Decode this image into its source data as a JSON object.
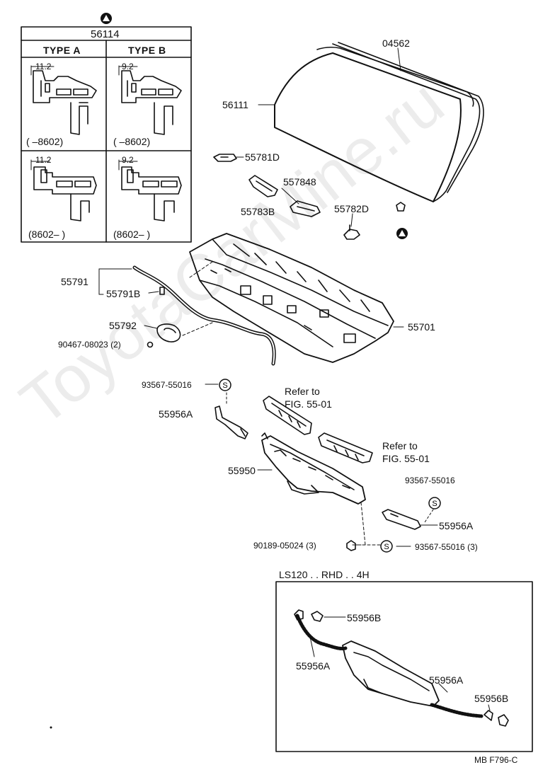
{
  "inset": {
    "title": "56114",
    "type_a": "TYPE A",
    "type_b": "TYPE B",
    "dim_a": "11.2",
    "dim_b": "9.2",
    "range_before": "(       –8602)",
    "range_after": "(8602–        )"
  },
  "labels": {
    "p04562": "04562",
    "p56111": "56111",
    "p55781D": "55781D",
    "p557848": "557848",
    "p55783B": "55783B",
    "p55782D": "55782D",
    "p55791": "55791",
    "p55791B": "55791B",
    "p55792": "55792",
    "p90467": "90467-08023 (2)",
    "p55701": "55701",
    "p93567a": "93567-55016",
    "p55956Aa": "55956A",
    "refer1a": "Refer to",
    "refer1b": "FIG. 55-01",
    "refer2a": "Refer to",
    "refer2b": "FIG. 55-01",
    "p55950": "55950",
    "p93567b": "93567-55016",
    "p55956Ab": "55956A",
    "p90189": "90189-05024 (3)",
    "p93567c": "93567-55016 (3)",
    "variant": "LS120 . . RHD . . 4H",
    "p55956B1": "55956B",
    "p55956A1": "55956A",
    "p55956A2": "55956A",
    "p55956B2": "55956B",
    "footer": "MB   F796-C"
  },
  "symbols": {
    "triangle_mark": "triangle-in-circle",
    "s_mark": "S"
  },
  "watermark": "ToyotaCarMine.ru"
}
